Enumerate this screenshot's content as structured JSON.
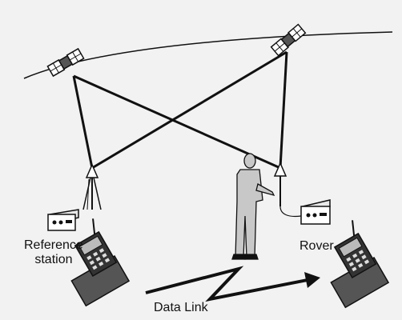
{
  "labels": {
    "reference_line1": "Reference",
    "reference_line2": "station",
    "rover": "Rover",
    "data_link": "Data Link"
  },
  "colors": {
    "background": "#f2f2f2",
    "ink": "#111111",
    "person_fill": "#c8c8c8"
  },
  "icons": {
    "satellites": [
      "satellite-icon",
      "satellite-icon"
    ],
    "antennas": [
      "antenna-icon",
      "antenna-icon"
    ],
    "receivers": [
      "receiver-box-icon",
      "receiver-box-icon"
    ],
    "radios": [
      "radio-handset-icon",
      "radio-handset-icon"
    ],
    "person": "surveyor-icon",
    "link_arrow": "zigzag-arrow-icon"
  }
}
